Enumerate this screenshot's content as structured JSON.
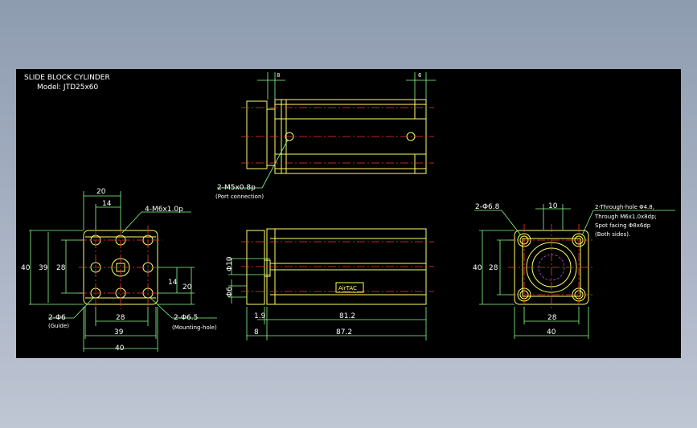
{
  "title_block": {
    "title": "SLIDE BLOCK CYLINDER",
    "model": "Model: JTD25x60"
  },
  "top_view": {
    "dims": {
      "left": "8",
      "right": "6"
    },
    "port_note": "2-M5x0.8p",
    "port_sub": "(Port connection)"
  },
  "left_view": {
    "dims": {
      "top_outer": "20",
      "top_inner": "14",
      "thread": "4-M6x1.0p",
      "h_outer": "40",
      "h_inner": "39",
      "h_pitch": "28",
      "r_inner": "14",
      "r_outer": "20",
      "b_pitch": "28",
      "b_inner": "39",
      "b_outer": "40"
    },
    "guide_note": "2-Φ6",
    "guide_sub": "(Guide)",
    "mount_note": "2-Φ6.5",
    "mount_sub": "(Mounting-hole)"
  },
  "front_view": {
    "dims": {
      "d10": "Φ10",
      "d6": "Φ6",
      "shaft": "1.9",
      "body": "81.2",
      "rod": "8",
      "total": "87.2"
    },
    "label_text": "AirTAC"
  },
  "right_view": {
    "dims": {
      "top": "10",
      "h_outer": "40",
      "h_pitch": "28",
      "b_pitch": "28",
      "b_outer": "40"
    },
    "hole_note": "2-Φ6.8",
    "through_note": [
      "2-Through-hole Φ4.8,",
      "Through M6x1.0x8dp;",
      "Spot facing Φ8x6dp",
      "(Both sides)."
    ]
  },
  "colors": {
    "outline": "#ffff66",
    "dimension": "#88ff88",
    "center": "#ff3333",
    "text": "#ffffff",
    "hidden": "#cc44cc"
  }
}
